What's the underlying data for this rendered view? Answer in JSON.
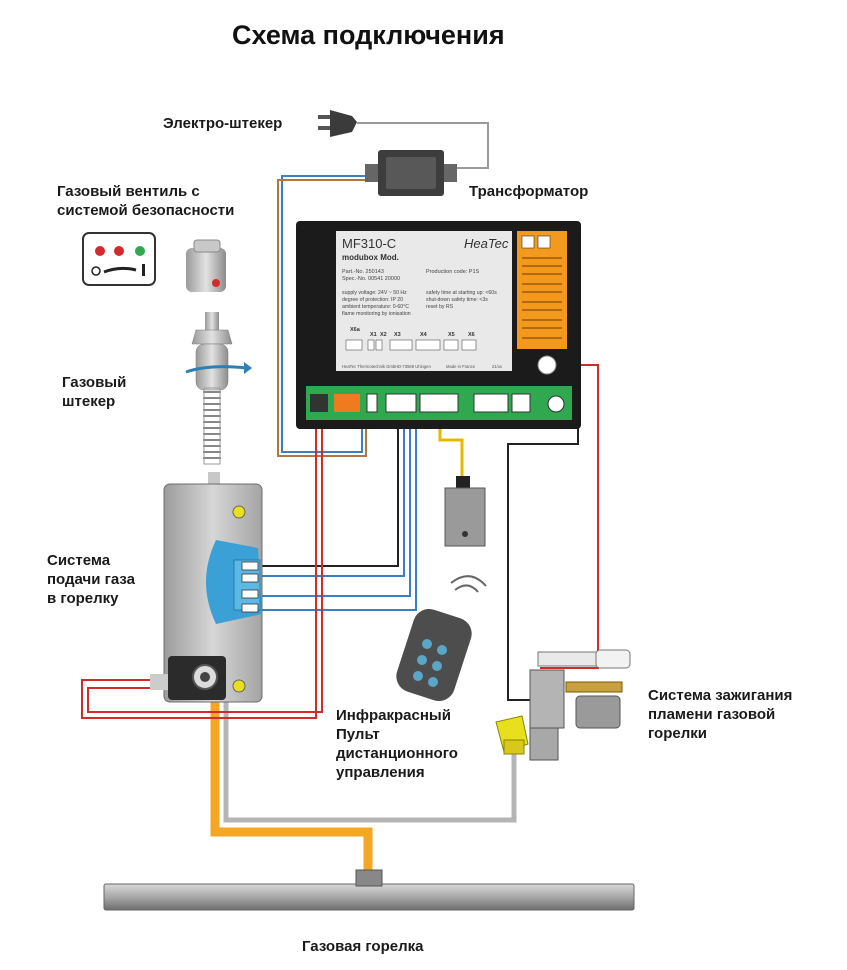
{
  "title": "Схема подключения",
  "labels": {
    "plug": "Электро-штекер",
    "transformer": "Трансформатор",
    "gas_valve": [
      "Газовый вентиль с",
      "системой безопасности"
    ],
    "gas_plug": [
      "Газовый",
      "штекер"
    ],
    "gas_supply": [
      "Система",
      "подачи газа",
      "в горелку"
    ],
    "ir_remote": [
      "Инфракрасный",
      "Пульт",
      "дистанционного",
      "управления"
    ],
    "ignition": [
      "Система зажигания",
      "пламени газовой",
      "горелки"
    ],
    "burner": "Газовая горелка"
  },
  "control_unit": {
    "model": "MF310-C",
    "brand": "HeaTec",
    "subtitle": "modubox  Mod.",
    "part_no": "Part.-No. 250143",
    "spec_no": "Spec.-No. 00541 20000",
    "production_code": "Production code: P1S",
    "specs_left": [
      "supply voltage: 24V ~ 50 Hz",
      "degree of protection: IP 20",
      "ambient temperature: 0-60°C",
      "flame monitoring by ionisation"
    ],
    "specs_right": [
      "safety time at starting up: <60s",
      "shut-down safety time: <3s",
      "reset by RS"
    ],
    "connectors": [
      "X6a",
      "X1",
      "X2",
      "X3",
      "X4",
      "X5",
      "X6"
    ],
    "footer": [
      "HeaTec Thermotechnik GmbH",
      "D-73569 Uhingen",
      "Made in France",
      "21/xx"
    ]
  },
  "colors": {
    "wire_blue": "#3a7fc4",
    "wire_red": "#d22b2b",
    "wire_black": "#222222",
    "wire_gray": "#9a9a9a",
    "wire_brown": "#b07840",
    "gas_pipe": "#f5a623",
    "terminal_green": "#2fa84f",
    "warning_orange": "#f39a1e"
  }
}
